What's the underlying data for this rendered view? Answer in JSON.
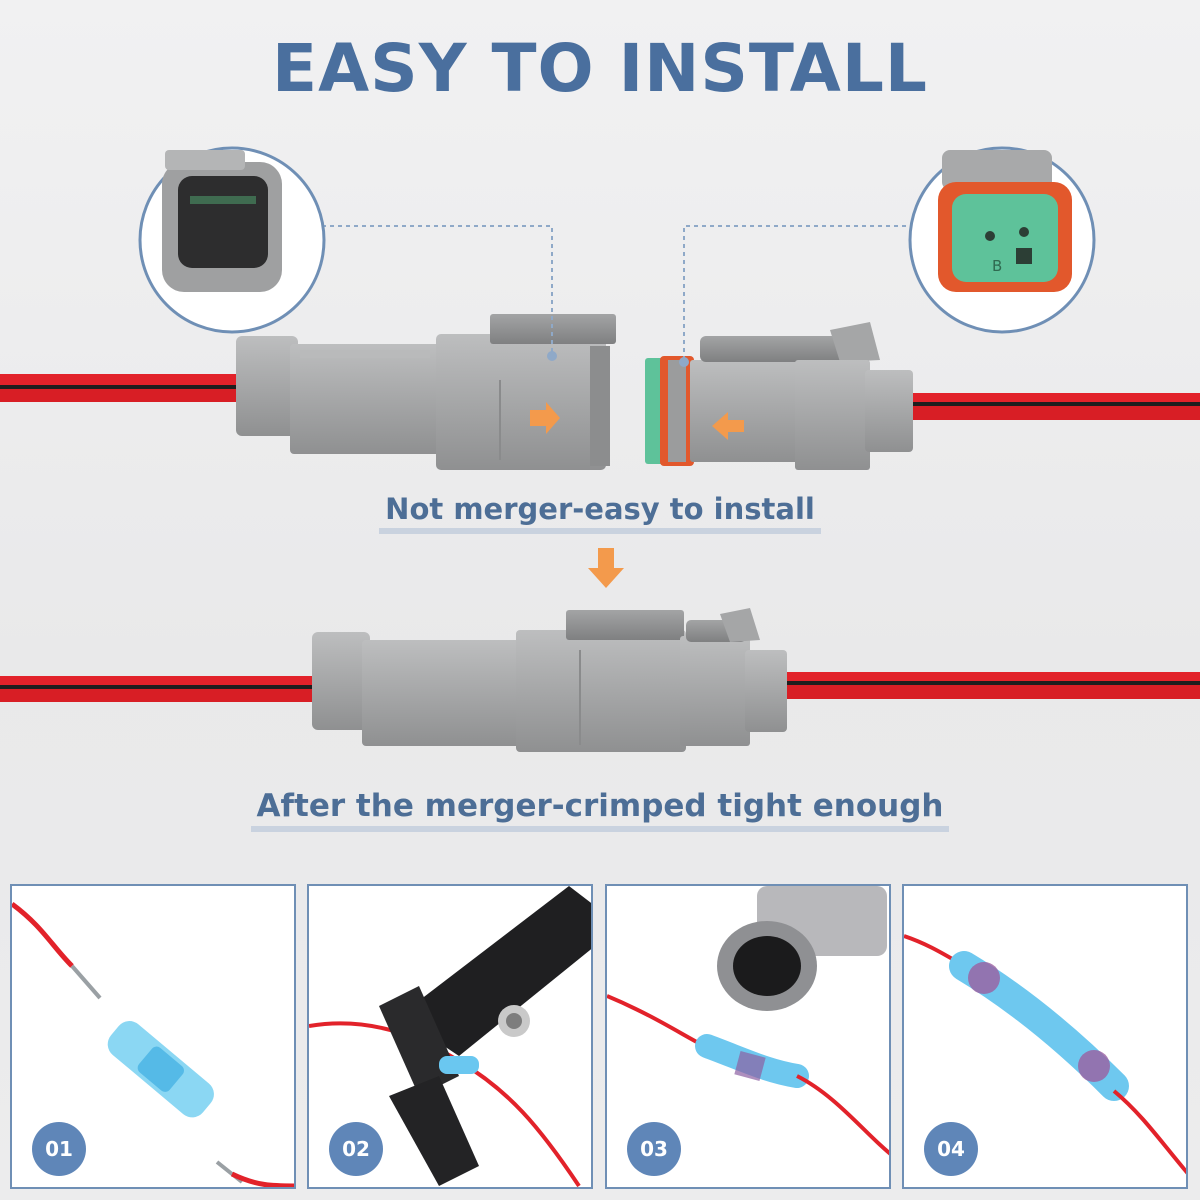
{
  "title": "EASY TO INSTALL",
  "caption_before": "Not merger-easy to install",
  "caption_after": "After the merger-crimped tight enough",
  "steps": [
    {
      "number": "01"
    },
    {
      "number": "02"
    },
    {
      "number": "03"
    },
    {
      "number": "04"
    }
  ],
  "colors": {
    "accent_blue": "#4a6f9e",
    "arrow_orange": "#f39a4c",
    "wire_red": "#e2222a",
    "connector_grey": "#a9aaab",
    "seal_green": "#5ec29a",
    "seal_orange": "#e2582c"
  }
}
